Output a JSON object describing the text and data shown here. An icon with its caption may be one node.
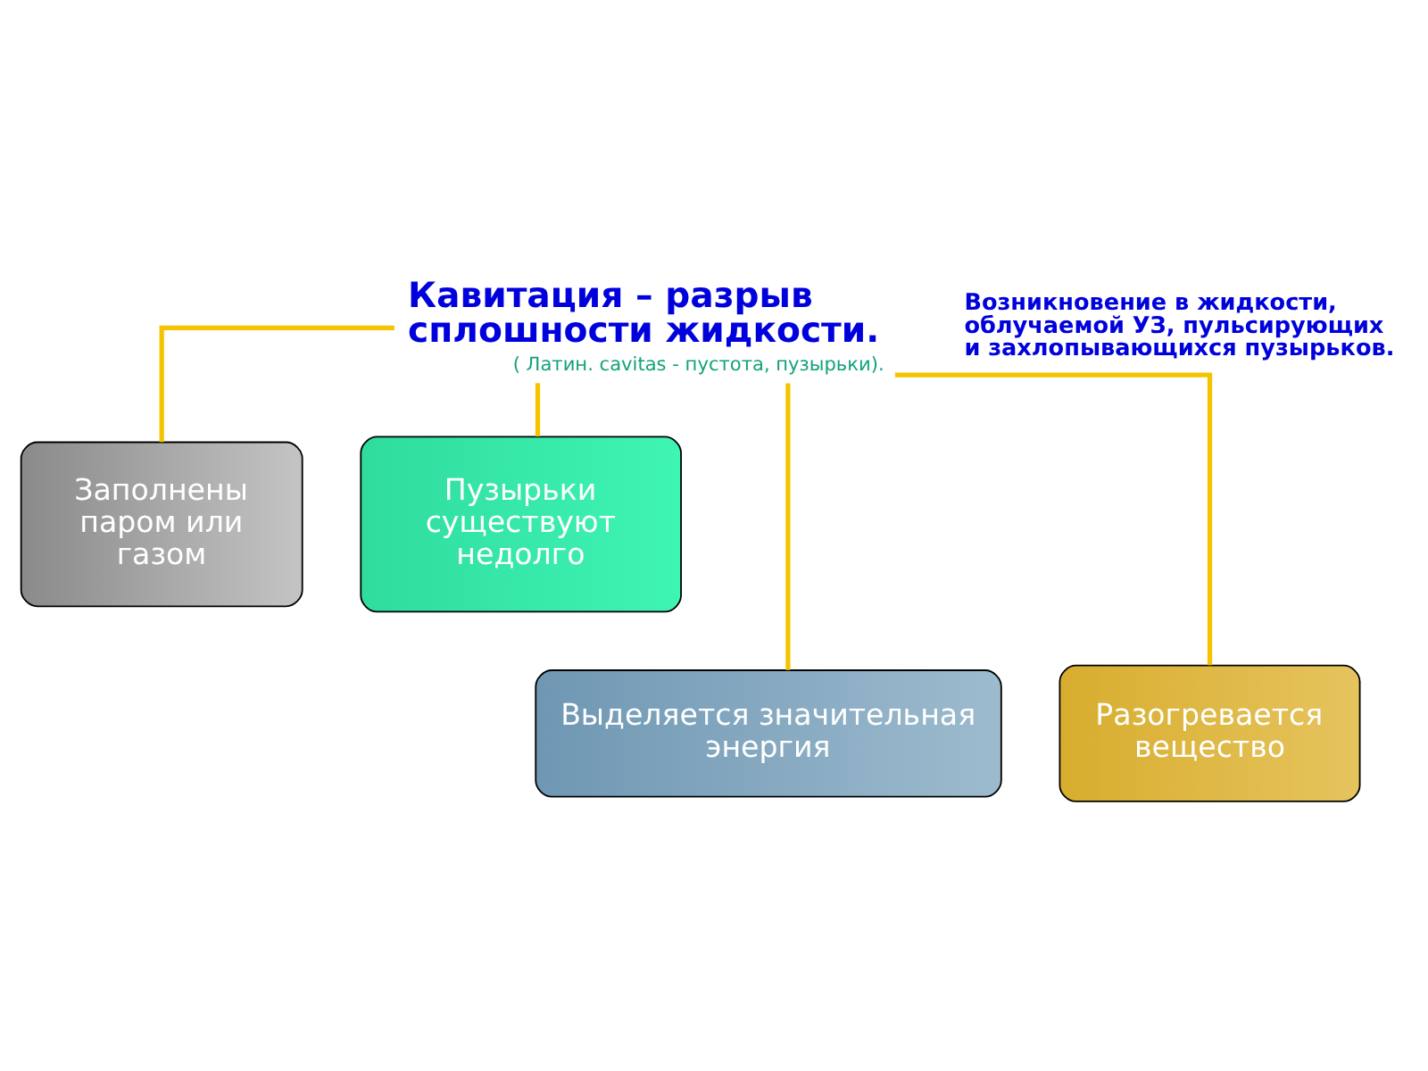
{
  "diagram": {
    "nodes": [
      {
        "text": [
          "Кавитация – разрыв сплошности жидкости."
        ],
        "beside": [
          "( Латин. cavitas - пустота, пузырьки)."
        ]
      },
      {
        "text": [
          "Заполнены паром или газом"
        ]
      },
      {
        "text": [
          "Пузырьки существуют недолго"
        ]
      },
      {
        "text": [
          "Выделяется значительная энергия"
        ]
      },
      {
        "text": [
          "Разогревается вещество"
        ]
      }
    ],
    "edges": [
      {
        "from": 0,
        "to": 1,
        "arrow": "none"
      },
      {
        "from": 0,
        "to": 2,
        "arrow": "none"
      },
      {
        "from": 0,
        "to": 3,
        "arrow": "none"
      },
      {
        "from": 0,
        "to": 4,
        "arrow": "none"
      }
    ],
    "labels": [
      "Возникновение в жидкости, облучаемой УЗ, пульсирующих и захлопывающихся пузырьков."
    ]
  }
}
